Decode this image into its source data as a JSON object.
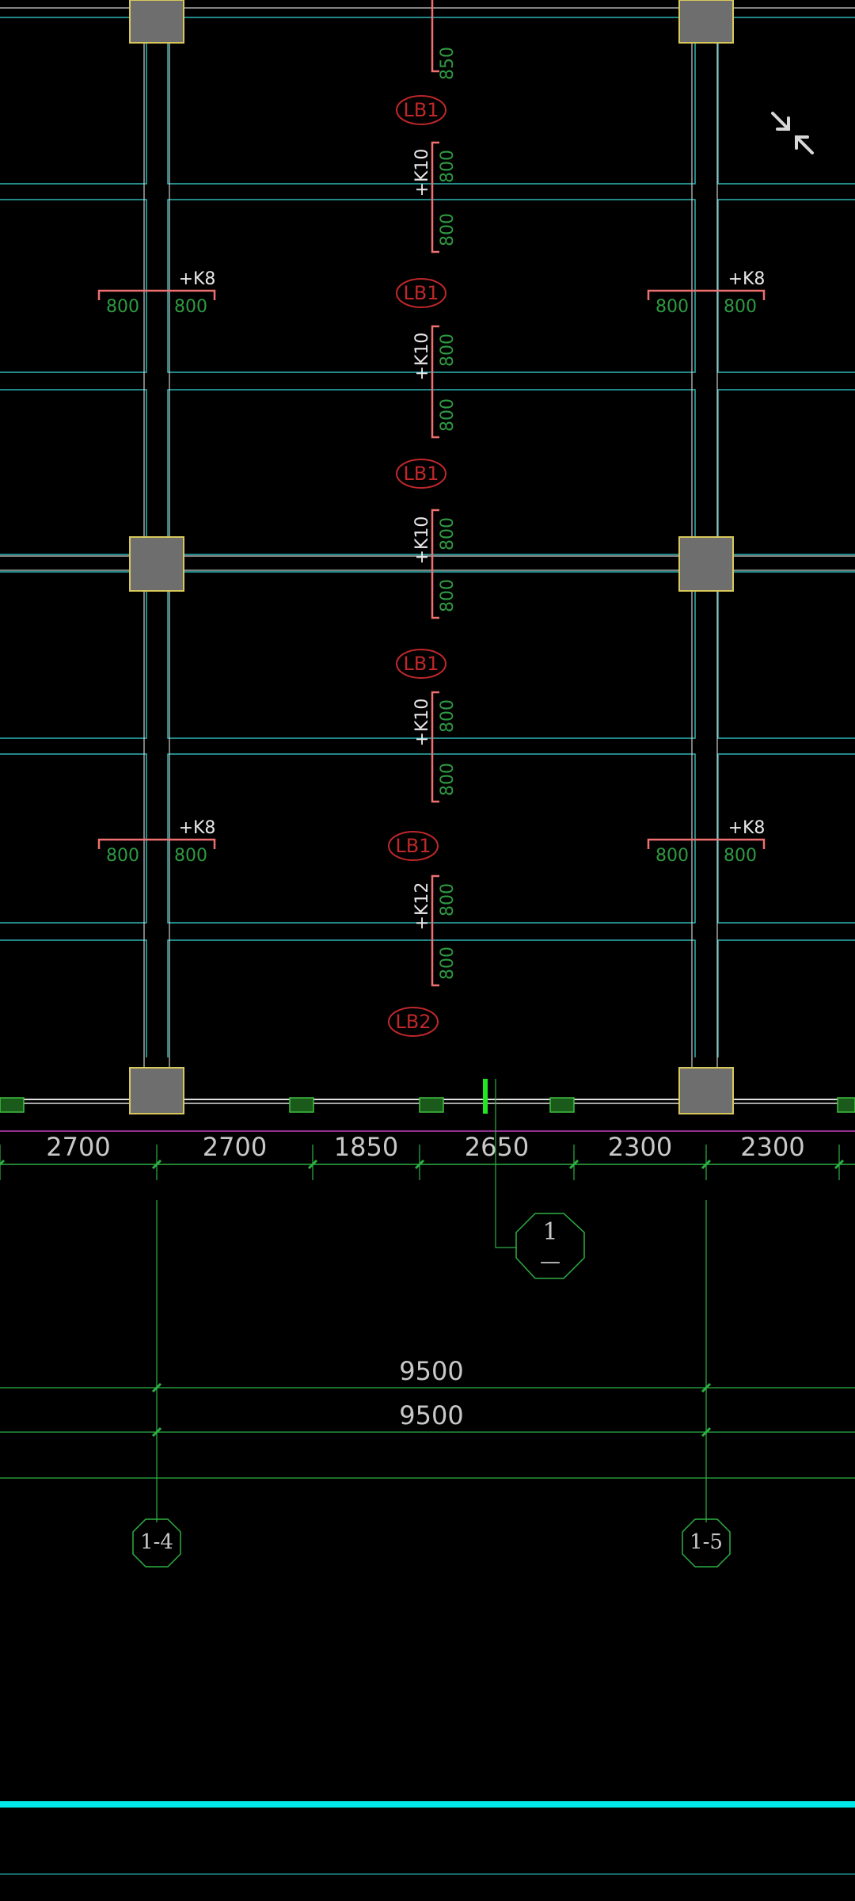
{
  "colors": {
    "background": "#000000",
    "grid_cyan": "#2fb6b6",
    "beam_white": "#d0d0d0",
    "column_fill": "#6e6e6e",
    "column_edge": "#d8c85a",
    "dim_green": "#2db043",
    "red_tag": "#c0282a",
    "salmon": "#ee7070",
    "bright_cyan": "#00e8e8",
    "magenta": "#c040c0"
  },
  "vertical_sections": [
    {
      "top_label": "",
      "label_top": "850",
      "label_bottom": ""
    },
    {
      "top_label": "+K10",
      "label_top": "800",
      "label_bottom": "800"
    },
    {
      "top_label": "+K10",
      "label_top": "800",
      "label_bottom": "800"
    },
    {
      "top_label": "+K10",
      "label_top": "800",
      "label_bottom": "800"
    },
    {
      "top_label": "+K10",
      "label_top": "800",
      "label_bottom": "800"
    },
    {
      "top_label": "+K12",
      "label_top": "800",
      "label_bottom": "800"
    }
  ],
  "beam_tags": [
    "LB1",
    "LB1",
    "LB1",
    "LB1",
    "LB1",
    "LB2"
  ],
  "horizontal_sections": [
    {
      "top_label": "+K8",
      "left_value": "800",
      "right_value": "800"
    },
    {
      "top_label": "+K8",
      "left_value": "800",
      "right_value": "800"
    },
    {
      "top_label": "+K8",
      "left_value": "800",
      "right_value": "800"
    },
    {
      "top_label": "+K8",
      "left_value": "800",
      "right_value": "800"
    }
  ],
  "segment_dimensions": [
    "2700",
    "2700",
    "1850",
    "2650",
    "2300",
    "2300"
  ],
  "total_dimensions": [
    "9500",
    "9500"
  ],
  "section_marker": {
    "number": "1",
    "sub": "—"
  },
  "axis_labels": [
    "1-4",
    "1-5"
  ],
  "exit_fullscreen_icon": "exit-fullscreen-icon"
}
